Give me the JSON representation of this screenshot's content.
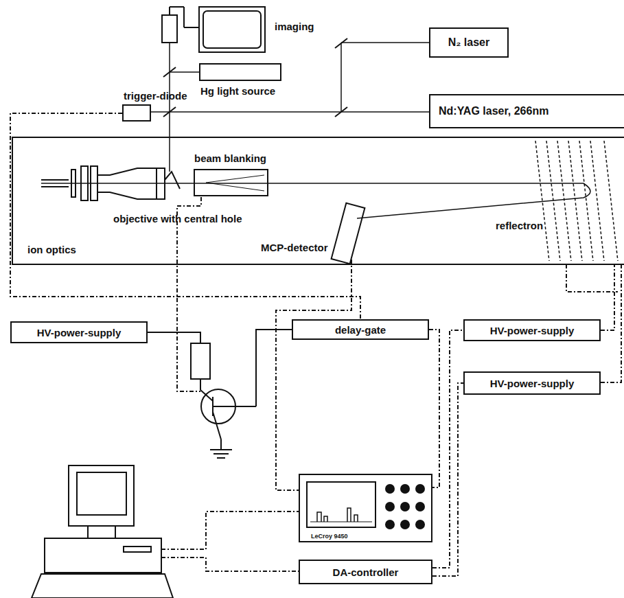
{
  "diagram": {
    "nodes": [
      {
        "text": [
          "N₂ laser"
        ]
      },
      {
        "text": [
          "Nd:YAG laser, 266nm"
        ]
      },
      {
        "text": [
          "Hg light source"
        ]
      },
      {
        "text": [
          "trigger-diode"
        ]
      },
      {
        "text": [
          "HV-power-supply"
        ]
      },
      {
        "text": [
          "delay-gate"
        ]
      },
      {
        "text": [
          "HV-power-supply"
        ]
      },
      {
        "text": [
          "HV-power-supply"
        ]
      },
      {
        "text": [
          "LeCroy 9450"
        ]
      },
      {
        "text": [
          "DA-controller"
        ]
      }
    ],
    "edges": [
      {
        "from": 5,
        "to": 8,
        "arrow": "none"
      },
      {
        "from": 9,
        "to": 6,
        "arrow": "none"
      },
      {
        "from": 9,
        "to": 7,
        "arrow": "none"
      }
    ],
    "labels": [
      "imaging",
      "beam blanking",
      "objective with central hole",
      "ion optics",
      "MCP-detector",
      "reflectron"
    ]
  }
}
